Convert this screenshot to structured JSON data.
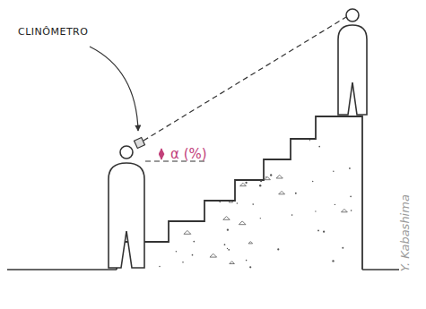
{
  "diagram": {
    "labels": [
      "CLINÔMETRO",
      "α (%)",
      "Y. Kabashima"
    ]
  }
}
